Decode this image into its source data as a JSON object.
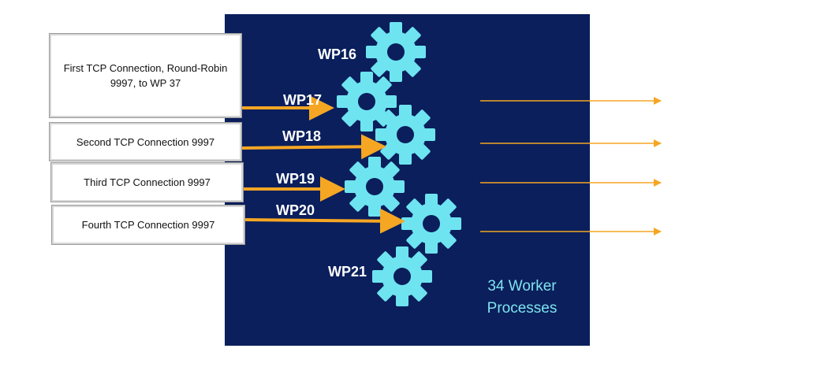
{
  "diagram": {
    "panel_color": "#0a1f5c",
    "gear_color": "#6ee4f0",
    "arrow_color": "#f5a623",
    "caption": "34 Worker\nProcesses",
    "connections": [
      {
        "label": "First TCP Connection, Round-Robin 9997, to WP 37"
      },
      {
        "label": "Second TCP Connection 9997"
      },
      {
        "label": "Third TCP Connection 9997"
      },
      {
        "label": "Fourth TCP Connection 9997"
      }
    ],
    "worker_processes": [
      "WP16",
      "WP17",
      "WP18",
      "WP19",
      "WP20",
      "WP21"
    ]
  }
}
